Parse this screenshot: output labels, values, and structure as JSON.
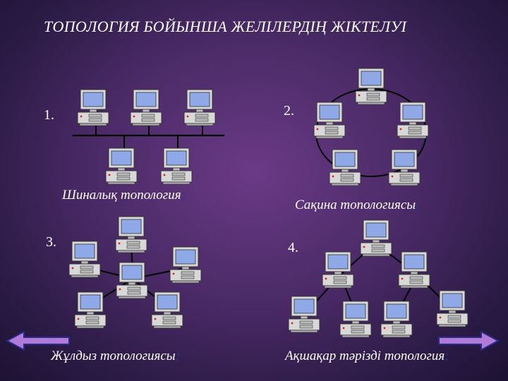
{
  "slide": {
    "title": "ТОПОЛОГИЯ БОЙЫНША ЖЕЛІЛЕРДІҢ ЖІКТЕЛУІ"
  },
  "topologies": [
    {
      "number": "1.",
      "caption": "Шиналық топология",
      "caption_dot": ";"
    },
    {
      "number": "2.",
      "caption": "Сақина топологиясы",
      "caption_dot": ";"
    },
    {
      "number": "3.",
      "caption": "Жұлдыз топологиясы",
      "caption_dot": ";"
    },
    {
      "number": "4.",
      "caption": "Ақшақар тәрізді топология",
      "caption_dot": ";"
    }
  ],
  "icons": {
    "computer": "computer-icon",
    "left_arrow": "left-arrow-icon",
    "right_arrow": "right-arrow-icon"
  },
  "colors": {
    "arrow_fill": "#b07ad8",
    "arrow_stroke": "#2a2a8a",
    "screen": "#8fa8e8",
    "case": "#d8d8d8"
  }
}
